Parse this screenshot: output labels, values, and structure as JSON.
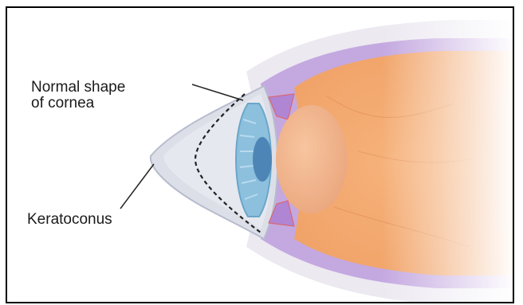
{
  "figure": {
    "subject": "eye cross-section keratoconus",
    "labels": {
      "normal_shape_line1": "Normal shape",
      "normal_shape_line2": "of cornea",
      "keratoconus": "Keratoconus"
    },
    "colors": {
      "frame_border": "#000000",
      "background": "#ffffff",
      "sclera": "#e9e6ef",
      "choroid": "#b79ad8",
      "retina_body": "#f2a76e",
      "cornea": "#d9dce6",
      "iris": "#8fbfdc",
      "lens": "#f1b48a",
      "dashed_outline": "#222222",
      "leader_line": "#222222"
    }
  }
}
